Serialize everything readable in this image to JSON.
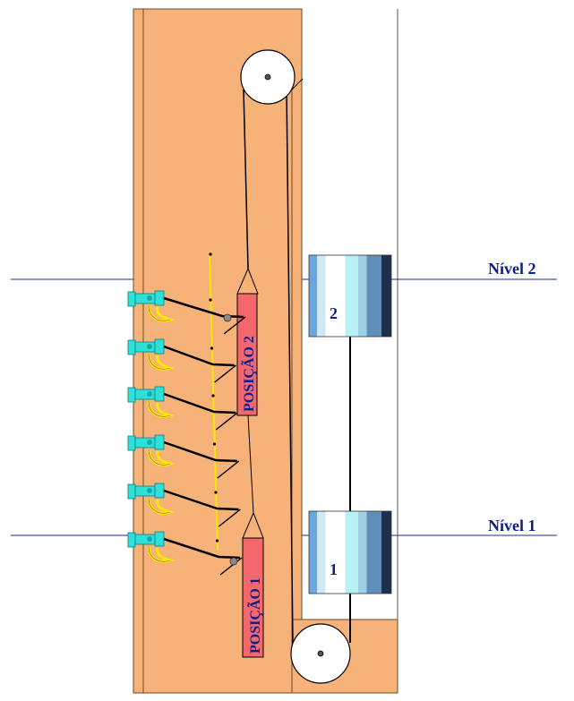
{
  "labels": {
    "nivel_2": "Nível 2",
    "nivel_1": "Nível 1",
    "posicao_2": "POSIÇÃO 2",
    "posicao_1": "POSIÇÃO 1",
    "weight_2": "2",
    "weight_1": "1"
  },
  "colors": {
    "wall": "#f7b27a",
    "slab": "#f7b27a",
    "block": "#f3676d",
    "guide_line": "#ffe800",
    "level_line": "#1b2a8f",
    "label": "#0b1f8c",
    "nozzle": "#2ee0d8",
    "hose": "#ffe800",
    "cable": "#000000"
  },
  "icons": {
    "pulley": "pulley-icon",
    "nozzle": "hydrant-nozzle-icon",
    "counterweight": "striped-counterweight-icon"
  }
}
